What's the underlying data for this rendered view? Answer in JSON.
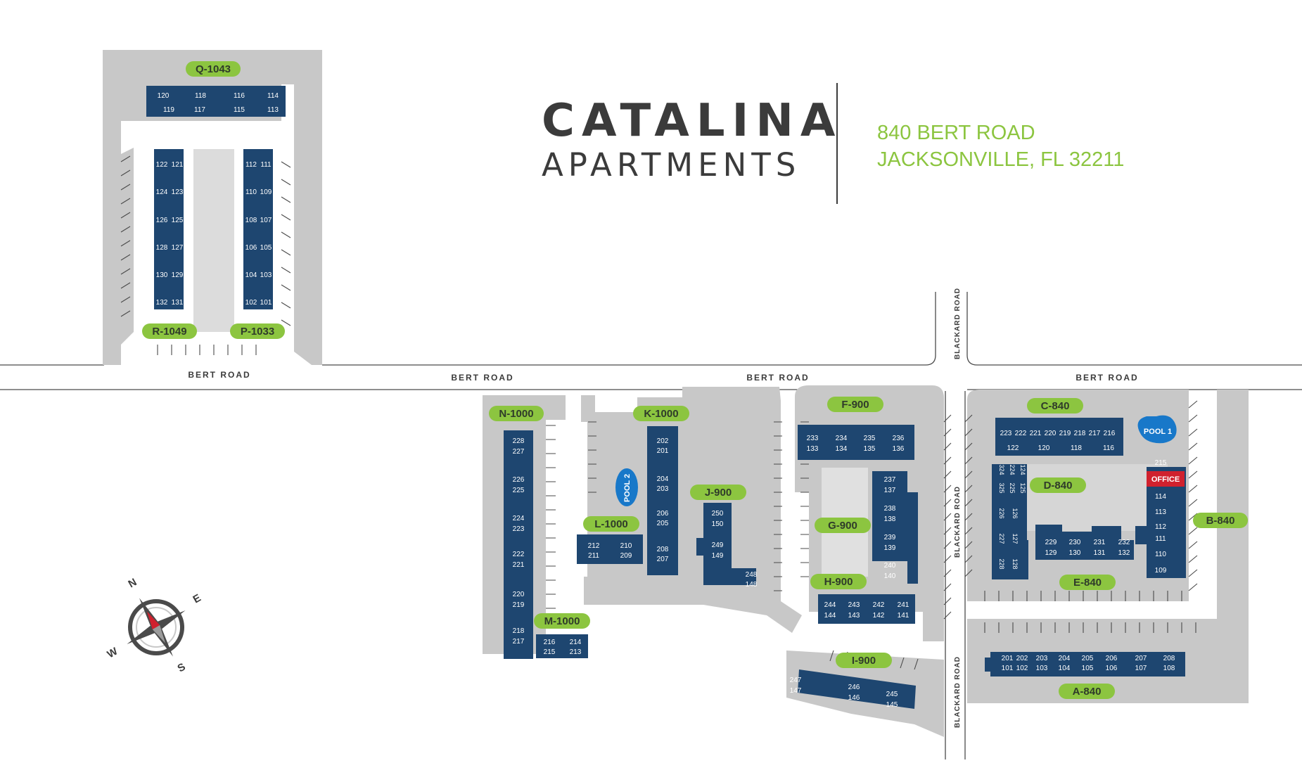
{
  "brand": {
    "name_line1": "CATALINA",
    "name_line2": "APARTMENTS",
    "address_line1": "840 BERT ROAD",
    "address_line2": "JACKSONVILLE, FL 32211"
  },
  "colors": {
    "building": "#1e4670",
    "lot": "#c8c8c8",
    "label_green": "#8cc540",
    "office": "#d0212e",
    "pool": "#1878c9",
    "text_dark": "#3b3b3b"
  },
  "streets": [
    {
      "id": "bert-1",
      "label": "BERT ROAD"
    },
    {
      "id": "bert-2",
      "label": "BERT ROAD"
    },
    {
      "id": "bert-3",
      "label": "BERT ROAD"
    },
    {
      "id": "bert-4",
      "label": "BERT ROAD"
    },
    {
      "id": "blackard-1",
      "label": "BLACKARD ROAD"
    },
    {
      "id": "blackard-2",
      "label": "BLACKARD ROAD"
    },
    {
      "id": "blackard-3",
      "label": "BLACKARD ROAD"
    }
  ],
  "amenities": {
    "pool1": "POOL 1",
    "pool2": "POOL 2",
    "office": "OFFICE"
  },
  "compass": [
    "N",
    "E",
    "S",
    "W"
  ],
  "buildings": [
    {
      "label": "Q-1043",
      "units": [
        "120",
        "118",
        "116",
        "114",
        "119",
        "117",
        "115",
        "113"
      ]
    },
    {
      "label": "R-1049",
      "units": [
        "122",
        "121",
        "124",
        "123",
        "126",
        "125",
        "128",
        "127",
        "130",
        "129",
        "132",
        "131"
      ]
    },
    {
      "label": "P-1033",
      "units": [
        "112",
        "111",
        "110",
        "109",
        "108",
        "107",
        "106",
        "105",
        "104",
        "103",
        "102",
        "101"
      ]
    },
    {
      "label": "N-1000",
      "units": [
        "228",
        "227",
        "226",
        "225",
        "224",
        "223",
        "222",
        "221",
        "220",
        "219",
        "218",
        "217"
      ]
    },
    {
      "label": "M-1000",
      "units": [
        "216",
        "215",
        "214",
        "213"
      ]
    },
    {
      "label": "K-1000",
      "units": [
        "202",
        "201",
        "204",
        "203",
        "206",
        "205",
        "208",
        "207"
      ]
    },
    {
      "label": "L-1000",
      "units": [
        "212",
        "211",
        "210",
        "209"
      ]
    },
    {
      "label": "J-900",
      "units": [
        "250",
        "150",
        "249",
        "149",
        "248",
        "148"
      ]
    },
    {
      "label": "F-900",
      "units": [
        "233",
        "133",
        "234",
        "134",
        "235",
        "135",
        "236",
        "136"
      ]
    },
    {
      "label": "G-900",
      "units": [
        "237",
        "137",
        "238",
        "138",
        "239",
        "139",
        "240",
        "140"
      ]
    },
    {
      "label": "H-900",
      "units": [
        "244",
        "144",
        "243",
        "143",
        "242",
        "142",
        "241",
        "141"
      ]
    },
    {
      "label": "I-900",
      "units": [
        "247",
        "147",
        "246",
        "146",
        "245",
        "145"
      ]
    },
    {
      "label": "C-840",
      "units": [
        "223",
        "222",
        "221",
        "220",
        "219",
        "218",
        "217",
        "216",
        "122",
        "120",
        "118",
        "116"
      ]
    },
    {
      "label": "D-840",
      "units": [
        "324",
        "224",
        "124",
        "325",
        "225",
        "125",
        "226",
        "126",
        "227",
        "127",
        "228",
        "128"
      ]
    },
    {
      "label": "E-840",
      "units": [
        "229",
        "129",
        "230",
        "130",
        "231",
        "131",
        "232",
        "132"
      ]
    },
    {
      "label": "B-840",
      "units": [
        "215",
        "114",
        "113",
        "112",
        "111",
        "110",
        "109"
      ]
    },
    {
      "label": "A-840",
      "units": [
        "201",
        "101",
        "202",
        "102",
        "203",
        "103",
        "204",
        "104",
        "205",
        "105",
        "206",
        "106",
        "207",
        "107",
        "208",
        "108"
      ]
    }
  ]
}
